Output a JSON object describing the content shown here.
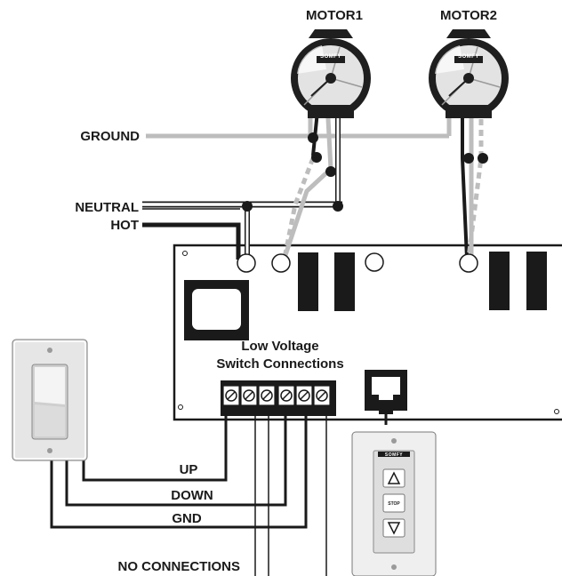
{
  "motors": [
    {
      "label": "MOTOR1",
      "brand": "SOMFY"
    },
    {
      "label": "MOTOR2",
      "brand": "SOMFY"
    }
  ],
  "wires": {
    "ground": "GROUND",
    "neutral": "NEUTRAL",
    "hot": "HOT"
  },
  "terminal_block": {
    "title_line1": "Low Voltage",
    "title_line2": "Switch Connections"
  },
  "switch_wires": {
    "up": "UP",
    "down": "DOWN",
    "gnd": "GND"
  },
  "no_connections": "NO CONNECTIONS",
  "keypad": {
    "brand": "SOMFY",
    "stop_label": "STOP"
  },
  "colors": {
    "ground_wire": "#bdbdbd",
    "hot_wire": "#1a1a1a",
    "neutral_wire": "#ffffff",
    "motor_body": "#e3e3e3",
    "motor_dark": "#1f1f1f"
  }
}
